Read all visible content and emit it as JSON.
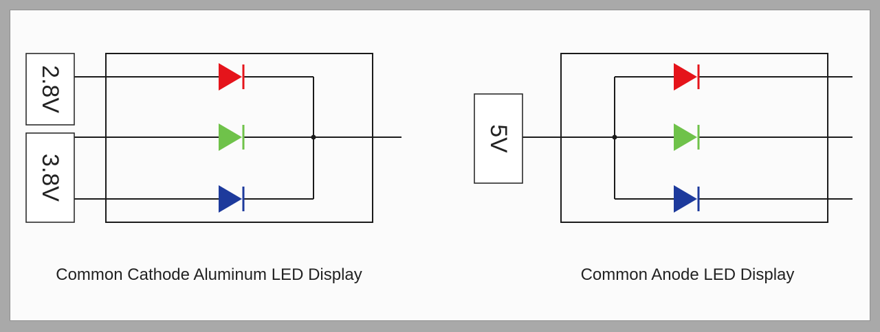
{
  "left_diagram": {
    "voltage_top": "2.8V",
    "voltage_bottom": "3.8V",
    "caption": "Common Cathode Aluminum LED Display"
  },
  "right_diagram": {
    "voltage": "5V",
    "caption": "Common Anode LED Display"
  },
  "led_colors": {
    "red": "#e5141b",
    "green": "#6fc24a",
    "blue": "#1d3a9c"
  }
}
